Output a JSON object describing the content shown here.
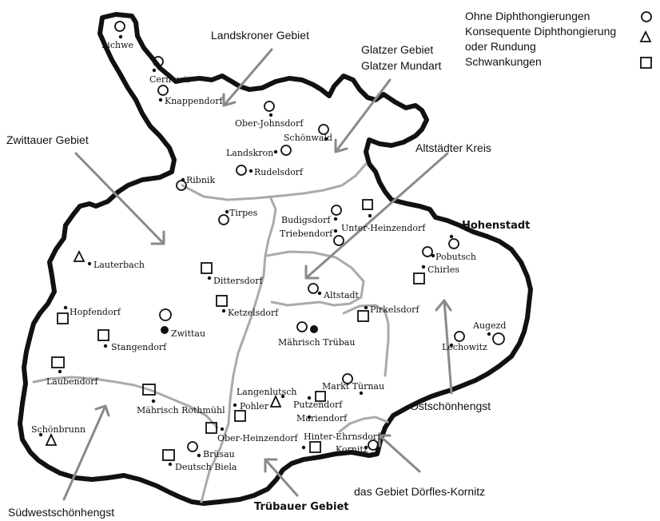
{
  "legend": {
    "items": [
      {
        "label": "Ohne Diphthongierungen",
        "symbol": "circle"
      },
      {
        "label": "Konsequente Diphthongierung",
        "symbol": "triangle"
      },
      {
        "label": "oder Rundung",
        "symbol": ""
      },
      {
        "label": "Schwankungen",
        "symbol": "square"
      }
    ]
  },
  "regions": {
    "landskron": "Landskroner Gebiet",
    "glatzer_1": "Glatzer Gebiet",
    "glatzer_2": "Glatzer Mundart",
    "zwittau": "Zwittauer Gebiet",
    "altstadt": "Altstädter Kreis",
    "ost": "Ostschönhengst",
    "sued": "Südwestschönhengst",
    "truebau": "Trübauer Gebiet",
    "doerfles": "das Gebiet Dörfles-Kornitz"
  },
  "places": [
    {
      "name": "Lichwe",
      "symbol": "circle"
    },
    {
      "name": "Cernowir",
      "symbol": "circle"
    },
    {
      "name": "Knappendorf",
      "symbol": "circle"
    },
    {
      "name": "Ober-Johnsdorf",
      "symbol": "circle"
    },
    {
      "name": "Schönwald",
      "symbol": "circle"
    },
    {
      "name": "Landskron",
      "symbol": "circle"
    },
    {
      "name": "Rudelsdorf",
      "symbol": "circle"
    },
    {
      "name": "Ribnik",
      "symbol": "circle"
    },
    {
      "name": "Tirpes",
      "symbol": "circle"
    },
    {
      "name": "Budigsdorf",
      "symbol": "circle"
    },
    {
      "name": "Unter-Heinzendorf",
      "symbol": "square"
    },
    {
      "name": "Triebendorf",
      "symbol": "circle"
    },
    {
      "name": "Hohenstadt",
      "symbol": "circle"
    },
    {
      "name": "Pobutsch",
      "symbol": "circle"
    },
    {
      "name": "Chirles",
      "symbol": "square"
    },
    {
      "name": "Lauterbach",
      "symbol": "triangle"
    },
    {
      "name": "Dittersdorf",
      "symbol": "square"
    },
    {
      "name": "Altstadt",
      "symbol": "circle"
    },
    {
      "name": "Hopfendorf",
      "symbol": "square"
    },
    {
      "name": "Ketzelsdorf",
      "symbol": "square"
    },
    {
      "name": "Pirkelsdorf",
      "symbol": "square"
    },
    {
      "name": "Zwittau",
      "symbol": "circle"
    },
    {
      "name": "Mährisch Trübau",
      "symbol": "circle"
    },
    {
      "name": "Augezd",
      "symbol": "circle"
    },
    {
      "name": "Stangendorf",
      "symbol": "square"
    },
    {
      "name": "Lechowitz",
      "symbol": "circle"
    },
    {
      "name": "Laubendorf",
      "symbol": "square"
    },
    {
      "name": "Markt Türnau",
      "symbol": "circle"
    },
    {
      "name": "Langenlutsch",
      "symbol": "triangle"
    },
    {
      "name": "Mährisch Rothmühl",
      "symbol": "square"
    },
    {
      "name": "Putzendorf",
      "symbol": "square"
    },
    {
      "name": "Pohler",
      "symbol": "square"
    },
    {
      "name": "Mariendorf",
      "symbol": ""
    },
    {
      "name": "Schönbrunn",
      "symbol": "triangle"
    },
    {
      "name": "Ober-Heinzendorf",
      "symbol": "square"
    },
    {
      "name": "Hinter-Ehrnsdorf",
      "symbol": "square"
    },
    {
      "name": "Kornitz",
      "symbol": "circle"
    },
    {
      "name": "Brüsau",
      "symbol": "circle"
    },
    {
      "name": "Deutsch Biela",
      "symbol": "square"
    }
  ]
}
